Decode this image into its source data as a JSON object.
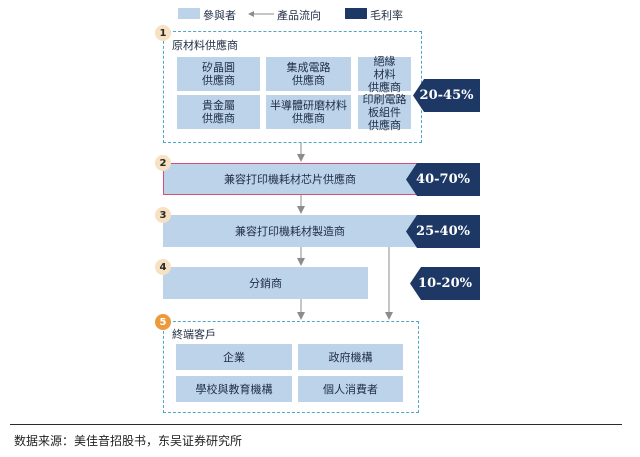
{
  "legend": {
    "participant_label": "參與者",
    "flow_label": "產品流向",
    "margin_label": "毛利率",
    "colors": {
      "participant": "#bcd3ea",
      "flow": "#8c8c8c",
      "margin": "#1e3866"
    }
  },
  "steps": [
    {
      "number": "1",
      "title": "原材料供應商",
      "boxes": [
        "矽晶圓\n供應商",
        "集成電路\n供應商",
        "絕緣\n材料\n供應商",
        "貴金屬\n供應商",
        "半導體研磨材料\n供應商",
        "印刷電路\n板組件\n供應商"
      ],
      "margin": "20-45%"
    },
    {
      "number": "2",
      "title": "兼容打印機耗材芯片供應商",
      "margin": "40-70%",
      "highlight_color": "#d64f7a"
    },
    {
      "number": "3",
      "title": "兼容打印機耗材製造商",
      "margin": "25-40%"
    },
    {
      "number": "4",
      "title": "分銷商",
      "margin": "10-20%"
    },
    {
      "number": "5",
      "title": "終端客戶",
      "boxes": [
        "企業",
        "政府機構",
        "學校與教育機構",
        "個人消費者"
      ]
    }
  ],
  "source": "数据来源：美佳音招股书，东吴证券研究所"
}
